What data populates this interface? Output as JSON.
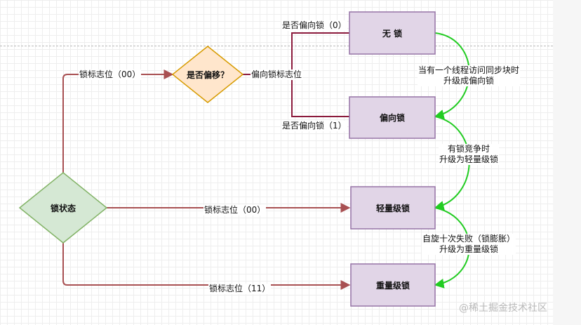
{
  "nodes": {
    "lock_state": "锁状态",
    "is_biased": "是否偏移？",
    "no_lock": "无 锁",
    "biased_lock": "偏向锁",
    "lightweight_lock": "轻量级锁",
    "heavyweight_lock": "重量级锁"
  },
  "edges": {
    "lock_flag_00_top": "锁标志位（00）",
    "biased_flag": "偏向锁标志位",
    "is_biased_0": "是否偏向锁（0）",
    "is_biased_1": "是否偏向锁（1）",
    "lock_flag_00_mid": "锁标志位（00）",
    "lock_flag_11": "锁标志位（11）"
  },
  "upgrades": {
    "to_biased_line1": "当有一个线程访问同步块时",
    "to_biased_line2": "升级成偏向锁",
    "to_lightweight_line1": "有锁竞争时",
    "to_lightweight_line2": "升级为轻量级锁",
    "to_heavyweight_line1": "自旋十次失败（锁膨胀）",
    "to_heavyweight_line2": "升级为重量级锁"
  },
  "watermark": "@稀土掘金技术社区",
  "colors": {
    "purple_fill": "#e1d5e7",
    "purple_stroke": "#9673a6",
    "orange_fill": "#ffe6cc",
    "orange_stroke": "#d79b00",
    "green_fill": "#d5e8d4",
    "green_stroke": "#82b366",
    "edge_red": "#a85052",
    "edge_maroon": "#8b1a3c",
    "arrow_green": "#22cc22"
  }
}
